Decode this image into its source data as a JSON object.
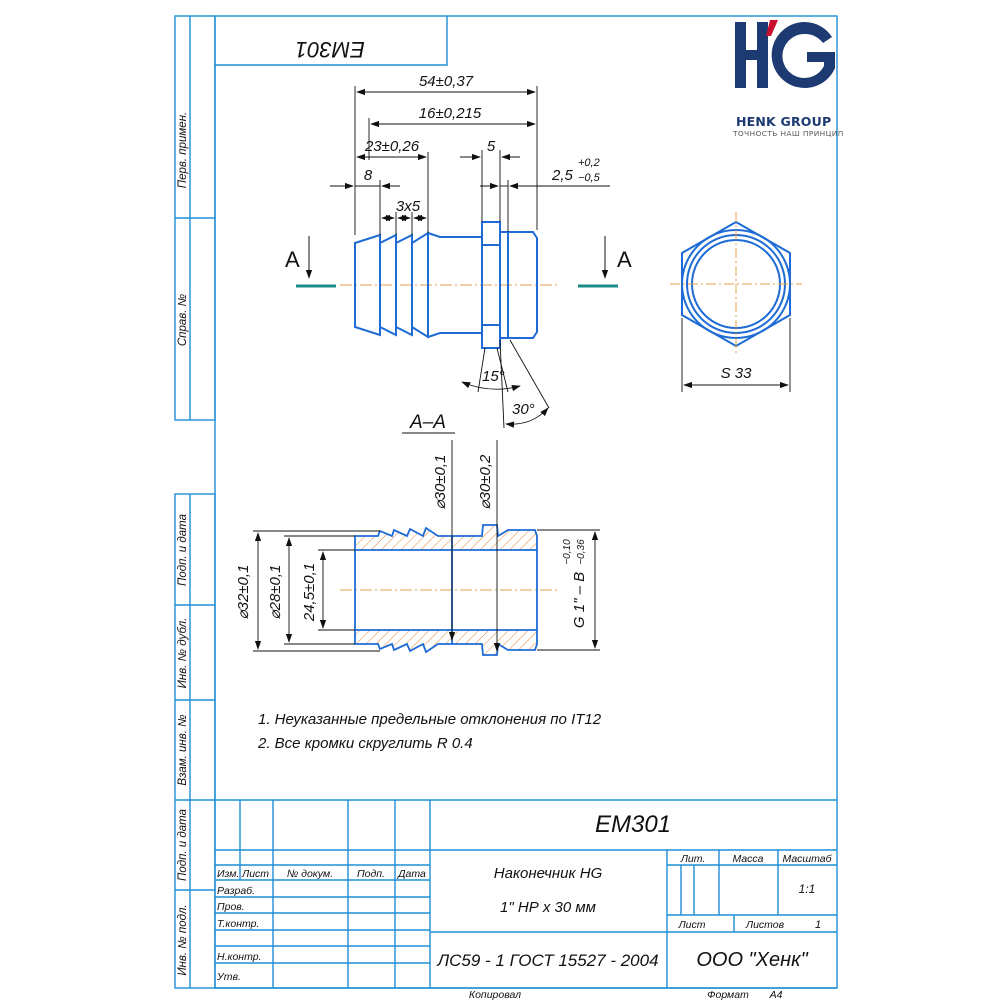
{
  "document": {
    "code": "EM301",
    "code_mirrored": "EM301",
    "name_line1": "Наконечник HG",
    "name_line2": "1\" НР х 30 мм",
    "material": "ЛС59 - 1 ГОСТ 15527 - 2004",
    "company": "ООО \"Хенк\"",
    "scale_value": "1:1",
    "sheets_total": "1"
  },
  "logo": {
    "letters": "HG",
    "name": "HENK GROUP",
    "tagline": "ТОЧНОСТЬ НАШ ПРИНЦИП",
    "color_dark": "#1d3a72",
    "color_accent": "#c8102e"
  },
  "side_margin": {
    "perv_primen": "Перв. примен.",
    "sprav_no": "Справ. №",
    "podp_data_top": "Подп. и дата",
    "inv_dubl": "Инв. № дубл.",
    "vzam_inv": "Взам. инв. №",
    "podp_data_bottom": "Подп. и дата",
    "inv_podl": "Инв. № подл."
  },
  "dimensions": {
    "overall_length": "54±0,37",
    "thread_length": "16±0,215",
    "barb_length": "23±0,26",
    "hex_width": "5",
    "chamfer_base": "2,5",
    "chamfer_upper": "+0,2",
    "chamfer_lower": "−0,5",
    "first_step": "8",
    "barb_pitch": "3х5",
    "angle_small": "15°",
    "angle_large": "30°",
    "hex_size": "S 33",
    "section_label": "A–A",
    "section_arrow_left": "A",
    "section_arrow_right": "A",
    "dia_30_1": "⌀30±0,1",
    "dia_30_2": "⌀30±0,2",
    "dia_32": "⌀32±0,1",
    "dia_28": "⌀28±0,1",
    "dia_24": "24,5±0,1",
    "thread_base": "G 1\" – B",
    "thread_upper": "−0,10",
    "thread_lower": "−0,36"
  },
  "notes": [
    "1. Неуказанные предельные отклонения по IT12",
    "2. Все кромки скруглить R 0.4"
  ],
  "title_block": {
    "col_izm": "Изм.",
    "col_list": "Лист",
    "col_doc": "№ докум.",
    "col_podp": "Подп.",
    "col_data": "Дата",
    "row_razrab": "Разраб.",
    "row_prov": "Пров.",
    "row_tkontr": "Т.контр.",
    "row_nkontr": "Н.контр.",
    "row_utv": "Утв.",
    "lit": "Лит.",
    "massa": "Масса",
    "masshtab": "Масштаб",
    "sheet": "Лист",
    "sheets": "Листов",
    "kopiroval": "Копировал",
    "format": "Формат",
    "format_value": "A4"
  },
  "colors": {
    "frame": "#1f8fd6",
    "part": "#1e6bd6",
    "axis": "#e2a24a",
    "hatch": "#e08a3c",
    "section_mark": "#1a8c88",
    "text": "#111111"
  }
}
